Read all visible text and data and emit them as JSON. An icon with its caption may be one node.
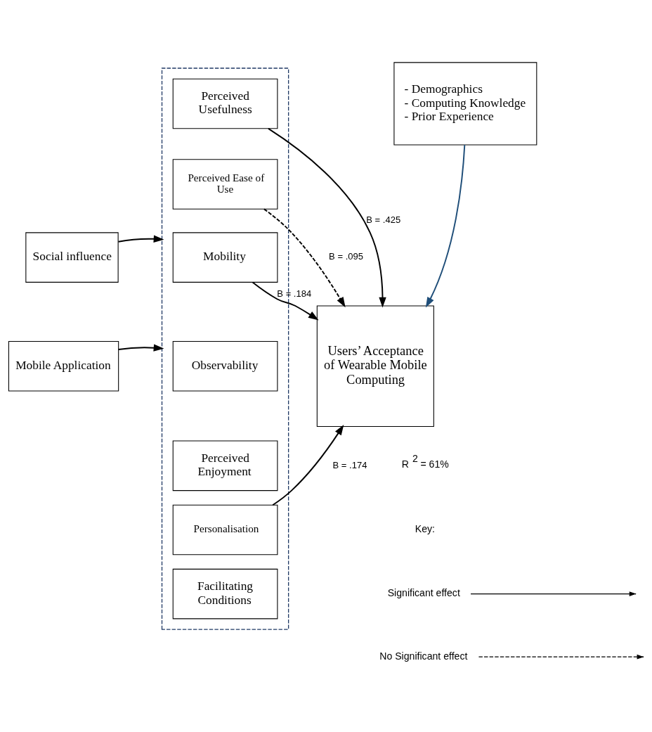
{
  "diagram": {
    "nodes": [
      {
        "text": [
          "- Demographics",
          "- Computing Knowledge",
          "- Prior Experience"
        ]
      },
      {
        "text": [],
        "shape": "box"
      },
      {
        "text": [
          "Perceived Usefulness"
        ],
        "in": 1
      },
      {
        "text": [
          "Perceived Ease of Use"
        ],
        "in": 1
      },
      {
        "text": [
          "Mobility"
        ],
        "in": 1
      },
      {
        "text": [
          "Observability"
        ],
        "in": 1
      },
      {
        "text": [
          "Perceived Enjoyment"
        ],
        "in": 1
      },
      {
        "text": [
          "Personalisation"
        ],
        "in": 1
      },
      {
        "text": [
          "Facilitating Conditions"
        ],
        "in": 1
      },
      {
        "text": [
          "Social influence"
        ]
      },
      {
        "text": [
          "Mobile Application"
        ]
      },
      {
        "text": [
          "Users’ Acceptance of Wearable Mobile Computing"
        ]
      }
    ],
    "edges": [
      {
        "from": 0,
        "to": 11,
        "arrow": "to",
        "color": "#1f4e79"
      },
      {
        "from": 9,
        "to": 1,
        "arrow": "to"
      },
      {
        "from": 10,
        "to": 1,
        "arrow": "to"
      },
      {
        "from": 2,
        "to": 11,
        "arrow": "to",
        "label": "B = .425"
      },
      {
        "from": 3,
        "to": 11,
        "arrow": "to",
        "label": "B = .095",
        "style": "dashed"
      },
      {
        "from": 4,
        "to": 11,
        "arrow": "to",
        "label": "B = .184"
      },
      {
        "from": 7,
        "to": 11,
        "arrow": "to",
        "label": "B = .174"
      }
    ],
    "labels": [
      "R $^{2}$ = 61%",
      "Key:"
    ],
    "legend": [
      {
        "text": "Significant effect"
      },
      {
        "text": "No Significant effect"
      }
    ]
  }
}
